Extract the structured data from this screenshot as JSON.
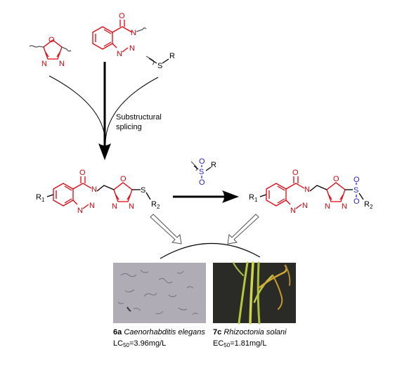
{
  "fragments": {
    "oxadiazole": {
      "o": "O",
      "n1": "N",
      "n2": "N"
    },
    "benzotriazinone": {
      "o": "O",
      "n1": "N",
      "n2": "N",
      "n3": "N"
    },
    "thioether": {
      "s": "S",
      "r": "R"
    }
  },
  "arrow_label": [
    "Substructural",
    "splicing"
  ],
  "thioether_product": {
    "r1": "R",
    "r1_sub": "1",
    "o_ketone": "O",
    "n3": "N",
    "n2": "N",
    "n1": "N",
    "ox_o": "O",
    "ox_n1": "N",
    "ox_n2": "N",
    "s": "S",
    "r2": "R",
    "r2_sub": "2"
  },
  "reagent": {
    "s": "S",
    "o1": "O",
    "o2": "O",
    "r": "R"
  },
  "sulfone_product": {
    "r1": "R",
    "r1_sub": "1",
    "o_ketone": "O",
    "n3": "N",
    "n2": "N",
    "n1": "N",
    "ox_o": "O",
    "ox_n1": "N",
    "ox_n2": "N",
    "s": "S",
    "o1": "O",
    "o2": "O",
    "r2": "R",
    "r2_sub": "2"
  },
  "results": [
    {
      "compound": "6a",
      "organism": "Caenorhabditis elegans",
      "metric": "LC",
      "metric_sub": "50",
      "value": "=3.96mg/L"
    },
    {
      "compound": "7c",
      "organism": "Rhizoctonia solani",
      "metric": "EC",
      "metric_sub": "50",
      "value": "=1.81mg/L"
    }
  ],
  "colors": {
    "fragment_red": "#e8000b",
    "sulfonyl_blue": "#1f1fd6",
    "black": "#000000"
  }
}
